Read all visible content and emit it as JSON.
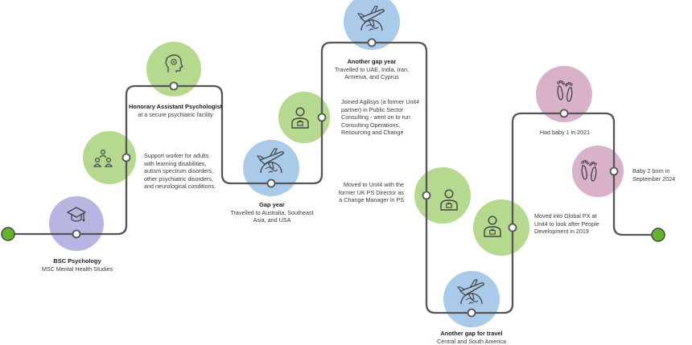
{
  "colors": {
    "line": "#555555",
    "green": "#b5d98f",
    "blue": "#a9cbe9",
    "lavender": "#b7b5e2",
    "pink": "#d9b1c9",
    "end_dot": "#66b32e",
    "icon_stroke": "#444444"
  },
  "milestones": [
    {
      "id": "bsc",
      "title": "BSC Psychology",
      "text": "MSC Mental Health Studies",
      "icon": "graduation-cap-icon",
      "color": "lavender"
    },
    {
      "id": "support",
      "title": "",
      "text": "Support worker for adults with learning disabilities, autism spectrum disorders, other psychiatric disorders, and neurological conditions.",
      "icon": "people-group-icon",
      "color": "green"
    },
    {
      "id": "honorary",
      "title": "Honorary Assistant Psychologist",
      "text": "at a secure psychiatric facility",
      "icon": "head-brain-icon",
      "color": "green"
    },
    {
      "id": "gap1",
      "title": "Gap year",
      "text": "Travelled to Australia, Southeast Asia, and USA",
      "icon": "plane-globe-icon",
      "color": "blue"
    },
    {
      "id": "agilisys",
      "title": "",
      "text": "Joined Agilisys (a former Unit4 partner) in Public Sector Consulting - went on to run Consulting Operations, Resourcing and Change",
      "icon": "person-badge-icon",
      "color": "green"
    },
    {
      "id": "gap2",
      "title": "Another gap year",
      "text": "Travelled to UAE, India, Iran, Armenia, and Cyprus",
      "icon": "plane-globe-icon",
      "color": "blue"
    },
    {
      "id": "unit4",
      "title": "",
      "text": "Moved to Unit4 with the former UK PS Director as a Change Manager in PS",
      "icon": "person-badge-icon",
      "color": "green"
    },
    {
      "id": "gap3",
      "title": "Another gap for travel",
      "text": "Central and South America",
      "icon": "plane-globe-icon",
      "color": "blue"
    },
    {
      "id": "global",
      "title": "",
      "text": "Moved into Global PX at Unit4 to look after People Development in 2019",
      "icon": "person-badge-icon",
      "color": "green"
    },
    {
      "id": "baby1",
      "title": "",
      "text": "Had baby 1 in 2021",
      "icon": "baby-feet-icon",
      "color": "pink"
    },
    {
      "id": "baby2",
      "title": "",
      "text": "Baby 2 born in September 2024",
      "icon": "baby-feet-icon",
      "color": "pink"
    }
  ]
}
